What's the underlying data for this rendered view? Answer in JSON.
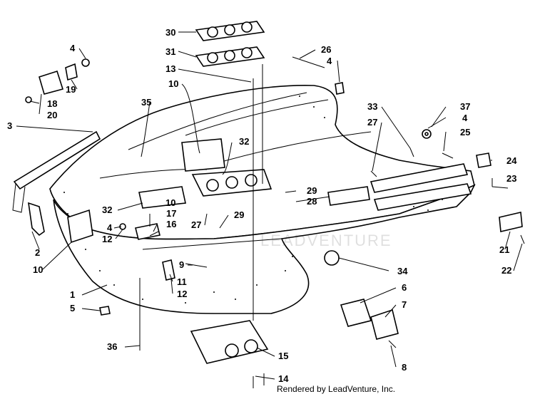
{
  "diagram": {
    "credit": "Rendered by LeadVenture, Inc.",
    "watermark": "LEADVENTURE",
    "callouts": [
      {
        "id": "c30",
        "text": "30"
      },
      {
        "id": "c31",
        "text": "31"
      },
      {
        "id": "c13",
        "text": "13"
      },
      {
        "id": "c10a",
        "text": "10"
      },
      {
        "id": "c35",
        "text": "35"
      },
      {
        "id": "c4a",
        "text": "4"
      },
      {
        "id": "c19",
        "text": "19"
      },
      {
        "id": "c18",
        "text": "18"
      },
      {
        "id": "c20",
        "text": "20"
      },
      {
        "id": "c3",
        "text": "3"
      },
      {
        "id": "c26",
        "text": "26"
      },
      {
        "id": "c4b",
        "text": "4"
      },
      {
        "id": "c33",
        "text": "33"
      },
      {
        "id": "c27a",
        "text": "27"
      },
      {
        "id": "c37",
        "text": "37"
      },
      {
        "id": "c4c",
        "text": "4"
      },
      {
        "id": "c25",
        "text": "25"
      },
      {
        "id": "c24",
        "text": "24"
      },
      {
        "id": "c23",
        "text": "23"
      },
      {
        "id": "c32a",
        "text": "32"
      },
      {
        "id": "c29a",
        "text": "29"
      },
      {
        "id": "c28",
        "text": "28"
      },
      {
        "id": "c32b",
        "text": "32"
      },
      {
        "id": "c17",
        "text": "17"
      },
      {
        "id": "c10b",
        "text": "10"
      },
      {
        "id": "c16",
        "text": "16"
      },
      {
        "id": "c27b",
        "text": "27"
      },
      {
        "id": "c29b",
        "text": "29"
      },
      {
        "id": "c4d",
        "text": "4"
      },
      {
        "id": "c12a",
        "text": "12"
      },
      {
        "id": "c2",
        "text": "2"
      },
      {
        "id": "c10c",
        "text": "10"
      },
      {
        "id": "c9",
        "text": "9"
      },
      {
        "id": "c11",
        "text": "11"
      },
      {
        "id": "c12b",
        "text": "12"
      },
      {
        "id": "c1",
        "text": "1"
      },
      {
        "id": "c5",
        "text": "5"
      },
      {
        "id": "c21",
        "text": "21"
      },
      {
        "id": "c22",
        "text": "22"
      },
      {
        "id": "c34",
        "text": "34"
      },
      {
        "id": "c6",
        "text": "6"
      },
      {
        "id": "c7",
        "text": "7"
      },
      {
        "id": "c8",
        "text": "8"
      },
      {
        "id": "c36",
        "text": "36"
      },
      {
        "id": "c15",
        "text": "15"
      },
      {
        "id": "c14",
        "text": "14"
      }
    ]
  }
}
